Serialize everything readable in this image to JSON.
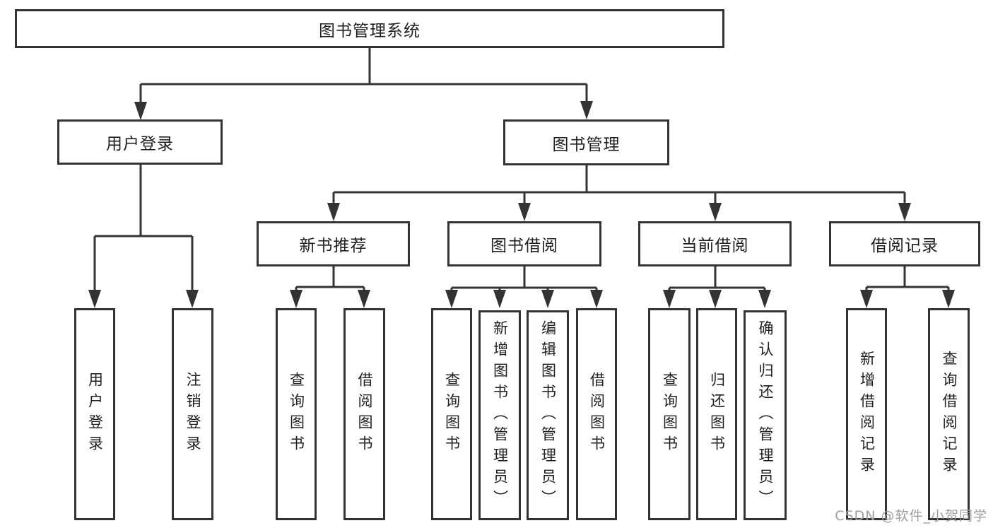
{
  "diagram_type": "hierarchy-tree",
  "tree": {
    "label": "图书管理系统",
    "children": [
      {
        "label": "用户登录",
        "children": [
          {
            "label": "用户登录"
          },
          {
            "label": "注销登录"
          }
        ]
      },
      {
        "label": "图书管理",
        "children": [
          {
            "label": "新书推荐",
            "children": [
              {
                "label": "查询图书"
              },
              {
                "label": "借阅图书"
              }
            ]
          },
          {
            "label": "图书借阅",
            "children": [
              {
                "label": "查询图书"
              },
              {
                "label": "新增图书（管理员）"
              },
              {
                "label": "编辑图书（管理员）"
              },
              {
                "label": "借阅图书"
              }
            ]
          },
          {
            "label": "当前借阅",
            "children": [
              {
                "label": "查询图书"
              },
              {
                "label": "归还图书"
              },
              {
                "label": "确认归还（管理员）"
              }
            ]
          },
          {
            "label": "借阅记录",
            "children": [
              {
                "label": "新增借阅记录"
              },
              {
                "label": "查询借阅记录"
              }
            ]
          }
        ]
      }
    ]
  },
  "watermark": "CSDN @软件_小贺同学",
  "colors": {
    "line": "#333333",
    "box_border": "#333333",
    "box_fill": "#ffffff",
    "text": "#1f1f1f",
    "watermark": "#9e9e9e",
    "background": "#ffffff"
  }
}
